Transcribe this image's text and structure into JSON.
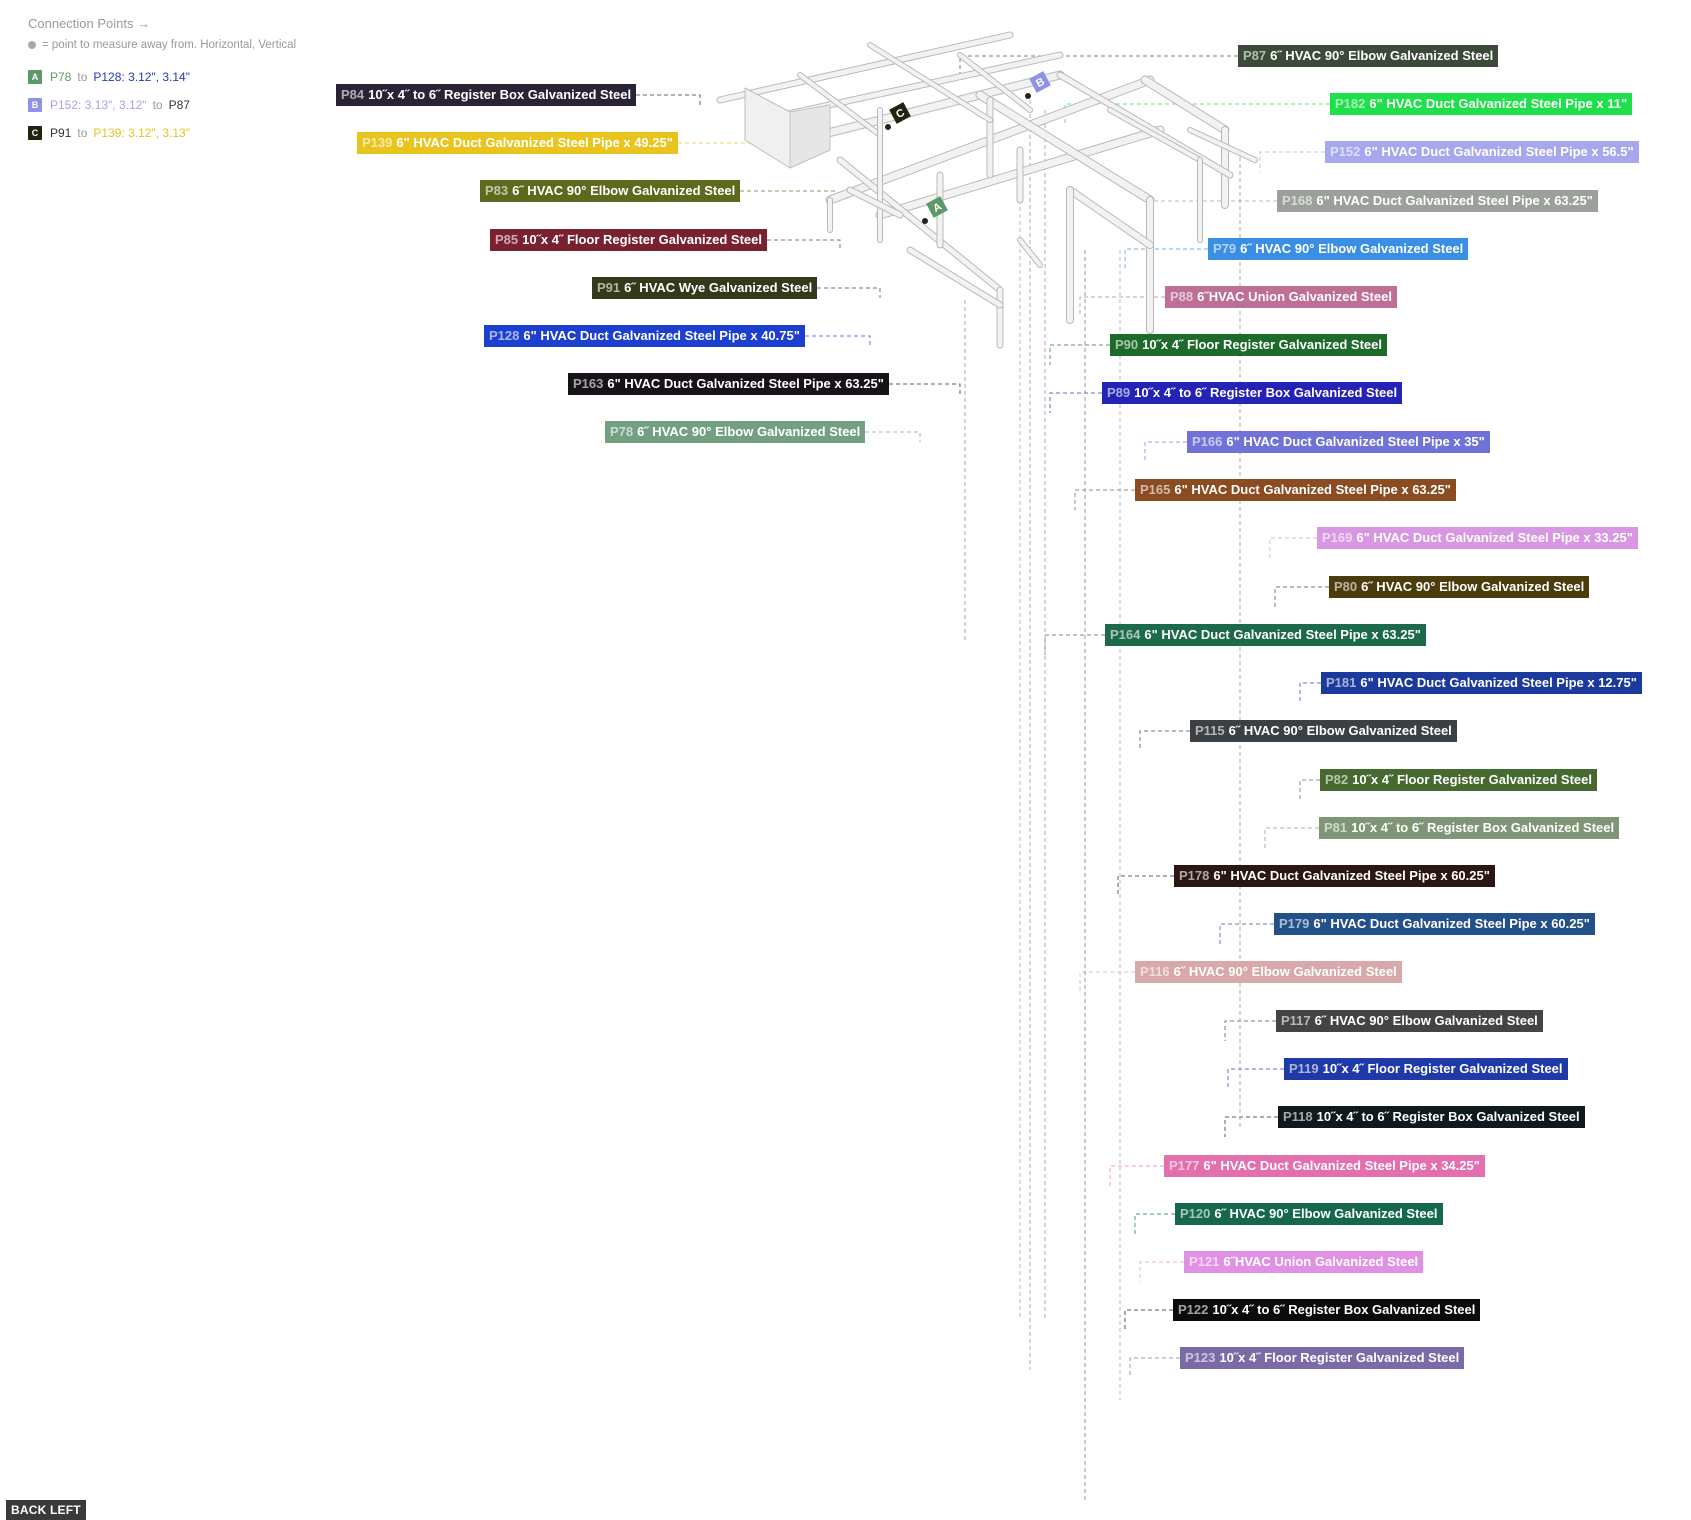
{
  "legend": {
    "title": "Connection Points →",
    "subtitle": "= point to measure away from. Horizontal, Vertical",
    "connections": [
      {
        "badge": "A",
        "color": "#5b9a67",
        "from": "P78",
        "from_color": "#5b9a67",
        "to_label": "to",
        "target": "P128: 3.12\", 3.14\"",
        "target_color": "#1f3fb6"
      },
      {
        "badge": "B",
        "color": "#8f92e6",
        "from": "P152: 3.13\", 3.12\"",
        "from_color": "#a3a3ee",
        "to_label": "to",
        "target": "P87",
        "target_color": "#333333"
      },
      {
        "badge": "C",
        "color": "#1d2410",
        "from": "P91",
        "from_color": "#333333",
        "to_label": "to",
        "target": "P139: 3.12\", 3.13\"",
        "target_color": "#e6c51c"
      }
    ]
  },
  "markers": [
    {
      "letter": "A",
      "color": "#5b9a67"
    },
    {
      "letter": "B",
      "color": "#8f92e6"
    },
    {
      "letter": "C",
      "color": "#1d2410"
    }
  ],
  "labels": [
    {
      "id": "P87",
      "text": "6˝ HVAC 90° Elbow Galvanized Steel",
      "color": "#3b4a39"
    },
    {
      "id": "P84",
      "text": "10˝x 4˝ to 6˝ Register Box Galvanized Steel",
      "color": "#2a2336"
    },
    {
      "id": "P182",
      "text": "6\" HVAC Duct Galvanized Steel Pipe x 11\"",
      "color": "#1ee04b"
    },
    {
      "id": "P139",
      "text": "6\" HVAC Duct Galvanized Steel Pipe x 49.25\"",
      "color": "#e7c51e"
    },
    {
      "id": "P152",
      "text": "6\" HVAC Duct Galvanized Steel Pipe x 56.5\"",
      "color": "#a7a7ee"
    },
    {
      "id": "P83",
      "text": "6˝ HVAC 90° Elbow Galvanized Steel",
      "color": "#5b6a1d"
    },
    {
      "id": "P168",
      "text": "6\" HVAC Duct Galvanized Steel Pipe x 63.25\"",
      "color": "#9aa09a"
    },
    {
      "id": "P85",
      "text": "10˝x 4˝ Floor Register Galvanized Steel",
      "color": "#7a2130"
    },
    {
      "id": "P79",
      "text": "6˝ HVAC 90° Elbow Galvanized Steel",
      "color": "#3a8ee3"
    },
    {
      "id": "P91",
      "text": "6˝ HVAC Wye Galvanized Steel",
      "color": "#333a1a"
    },
    {
      "id": "P88",
      "text": "6˝HVAC Union Galvanized Steel",
      "color": "#bd6f95"
    },
    {
      "id": "P128",
      "text": "6\" HVAC Duct Galvanized Steel Pipe x 40.75\"",
      "color": "#1c3fd0"
    },
    {
      "id": "P90",
      "text": "10˝x 4˝ Floor Register Galvanized Steel",
      "color": "#1d6a2b"
    },
    {
      "id": "P163",
      "text": "6\" HVAC Duct Galvanized Steel Pipe x 63.25\"",
      "color": "#171118"
    },
    {
      "id": "P89",
      "text": "10˝x 4˝ to 6˝ Register Box Galvanized Steel",
      "color": "#2423b6"
    },
    {
      "id": "P78",
      "text": "6˝ HVAC 90° Elbow Galvanized Steel",
      "color": "#74a082"
    },
    {
      "id": "P166",
      "text": "6\" HVAC Duct Galvanized Steel Pipe x 35\"",
      "color": "#7072d7"
    },
    {
      "id": "P165",
      "text": "6\" HVAC Duct Galvanized Steel Pipe x 63.25\"",
      "color": "#8b4c22"
    },
    {
      "id": "P169",
      "text": "6\" HVAC Duct Galvanized Steel Pipe x 33.25\"",
      "color": "#d797e3"
    },
    {
      "id": "P80",
      "text": "6˝ HVAC 90° Elbow Galvanized Steel",
      "color": "#4a3c0c"
    },
    {
      "id": "P164",
      "text": "6\" HVAC Duct Galvanized Steel Pipe x 63.25\"",
      "color": "#1c6a4a"
    },
    {
      "id": "P181",
      "text": "6\" HVAC Duct Galvanized Steel Pipe x 12.75\"",
      "color": "#1c3a9e"
    },
    {
      "id": "P115",
      "text": "6˝ HVAC 90° Elbow Galvanized Steel",
      "color": "#3b4045"
    },
    {
      "id": "P82",
      "text": "10˝x 4˝ Floor Register Galvanized Steel",
      "color": "#46692f"
    },
    {
      "id": "P81",
      "text": "10˝x 4˝ to 6˝ Register Box Galvanized Steel",
      "color": "#7f9676"
    },
    {
      "id": "P178",
      "text": "6\" HVAC Duct Galvanized Steel Pipe x 60.25\"",
      "color": "#2a1613"
    },
    {
      "id": "P179",
      "text": "6\" HVAC Duct Galvanized Steel Pipe x 60.25\"",
      "color": "#24508a"
    },
    {
      "id": "P116",
      "text": "6˝ HVAC 90° Elbow Galvanized Steel",
      "color": "#d9a8aa"
    },
    {
      "id": "P117",
      "text": "6˝ HVAC 90° Elbow Galvanized Steel",
      "color": "#444447"
    },
    {
      "id": "P119",
      "text": "10˝x 4˝ Floor Register Galvanized Steel",
      "color": "#1f3aa8"
    },
    {
      "id": "P118",
      "text": "10˝x 4˝ to 6˝ Register Box Galvanized Steel",
      "color": "#0e1a1c"
    },
    {
      "id": "P177",
      "text": "6\" HVAC Duct Galvanized Steel Pipe x 34.25\"",
      "color": "#e36fae"
    },
    {
      "id": "P120",
      "text": "6˝ HVAC 90° Elbow Galvanized Steel",
      "color": "#16684a"
    },
    {
      "id": "P121",
      "text": "6˝HVAC Union Galvanized Steel",
      "color": "#e191e3"
    },
    {
      "id": "P122",
      "text": "10˝x 4˝ to 6˝ Register Box Galvanized Steel",
      "color": "#0b0b0b"
    },
    {
      "id": "P123",
      "text": "10˝x 4˝ Floor Register Galvanized Steel",
      "color": "#7a6aa6"
    }
  ],
  "back_button": "BACK LEFT"
}
